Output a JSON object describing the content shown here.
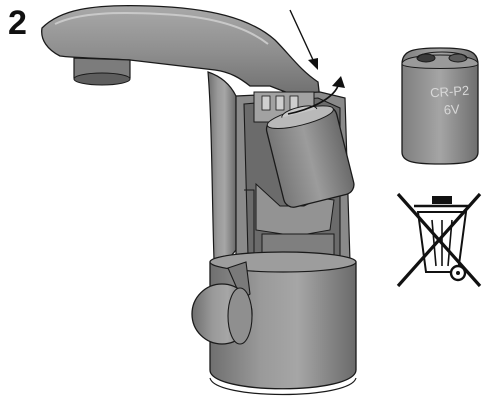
{
  "step": {
    "number": "2"
  },
  "battery": {
    "line1": "CR-P2",
    "line2": "6V"
  },
  "icons": {
    "faucet": "faucet-illustration",
    "insert_arrow": "arrow-down-icon",
    "rotate_arrow": "rotate-arrow-icon",
    "battery": "battery-icon",
    "weee": "crossed-out-bin-icon"
  },
  "colors": {
    "body": "#8c8c8c",
    "dark": "#5e5e5e",
    "light": "#b9b9b9",
    "outline": "#1a1a1a"
  }
}
